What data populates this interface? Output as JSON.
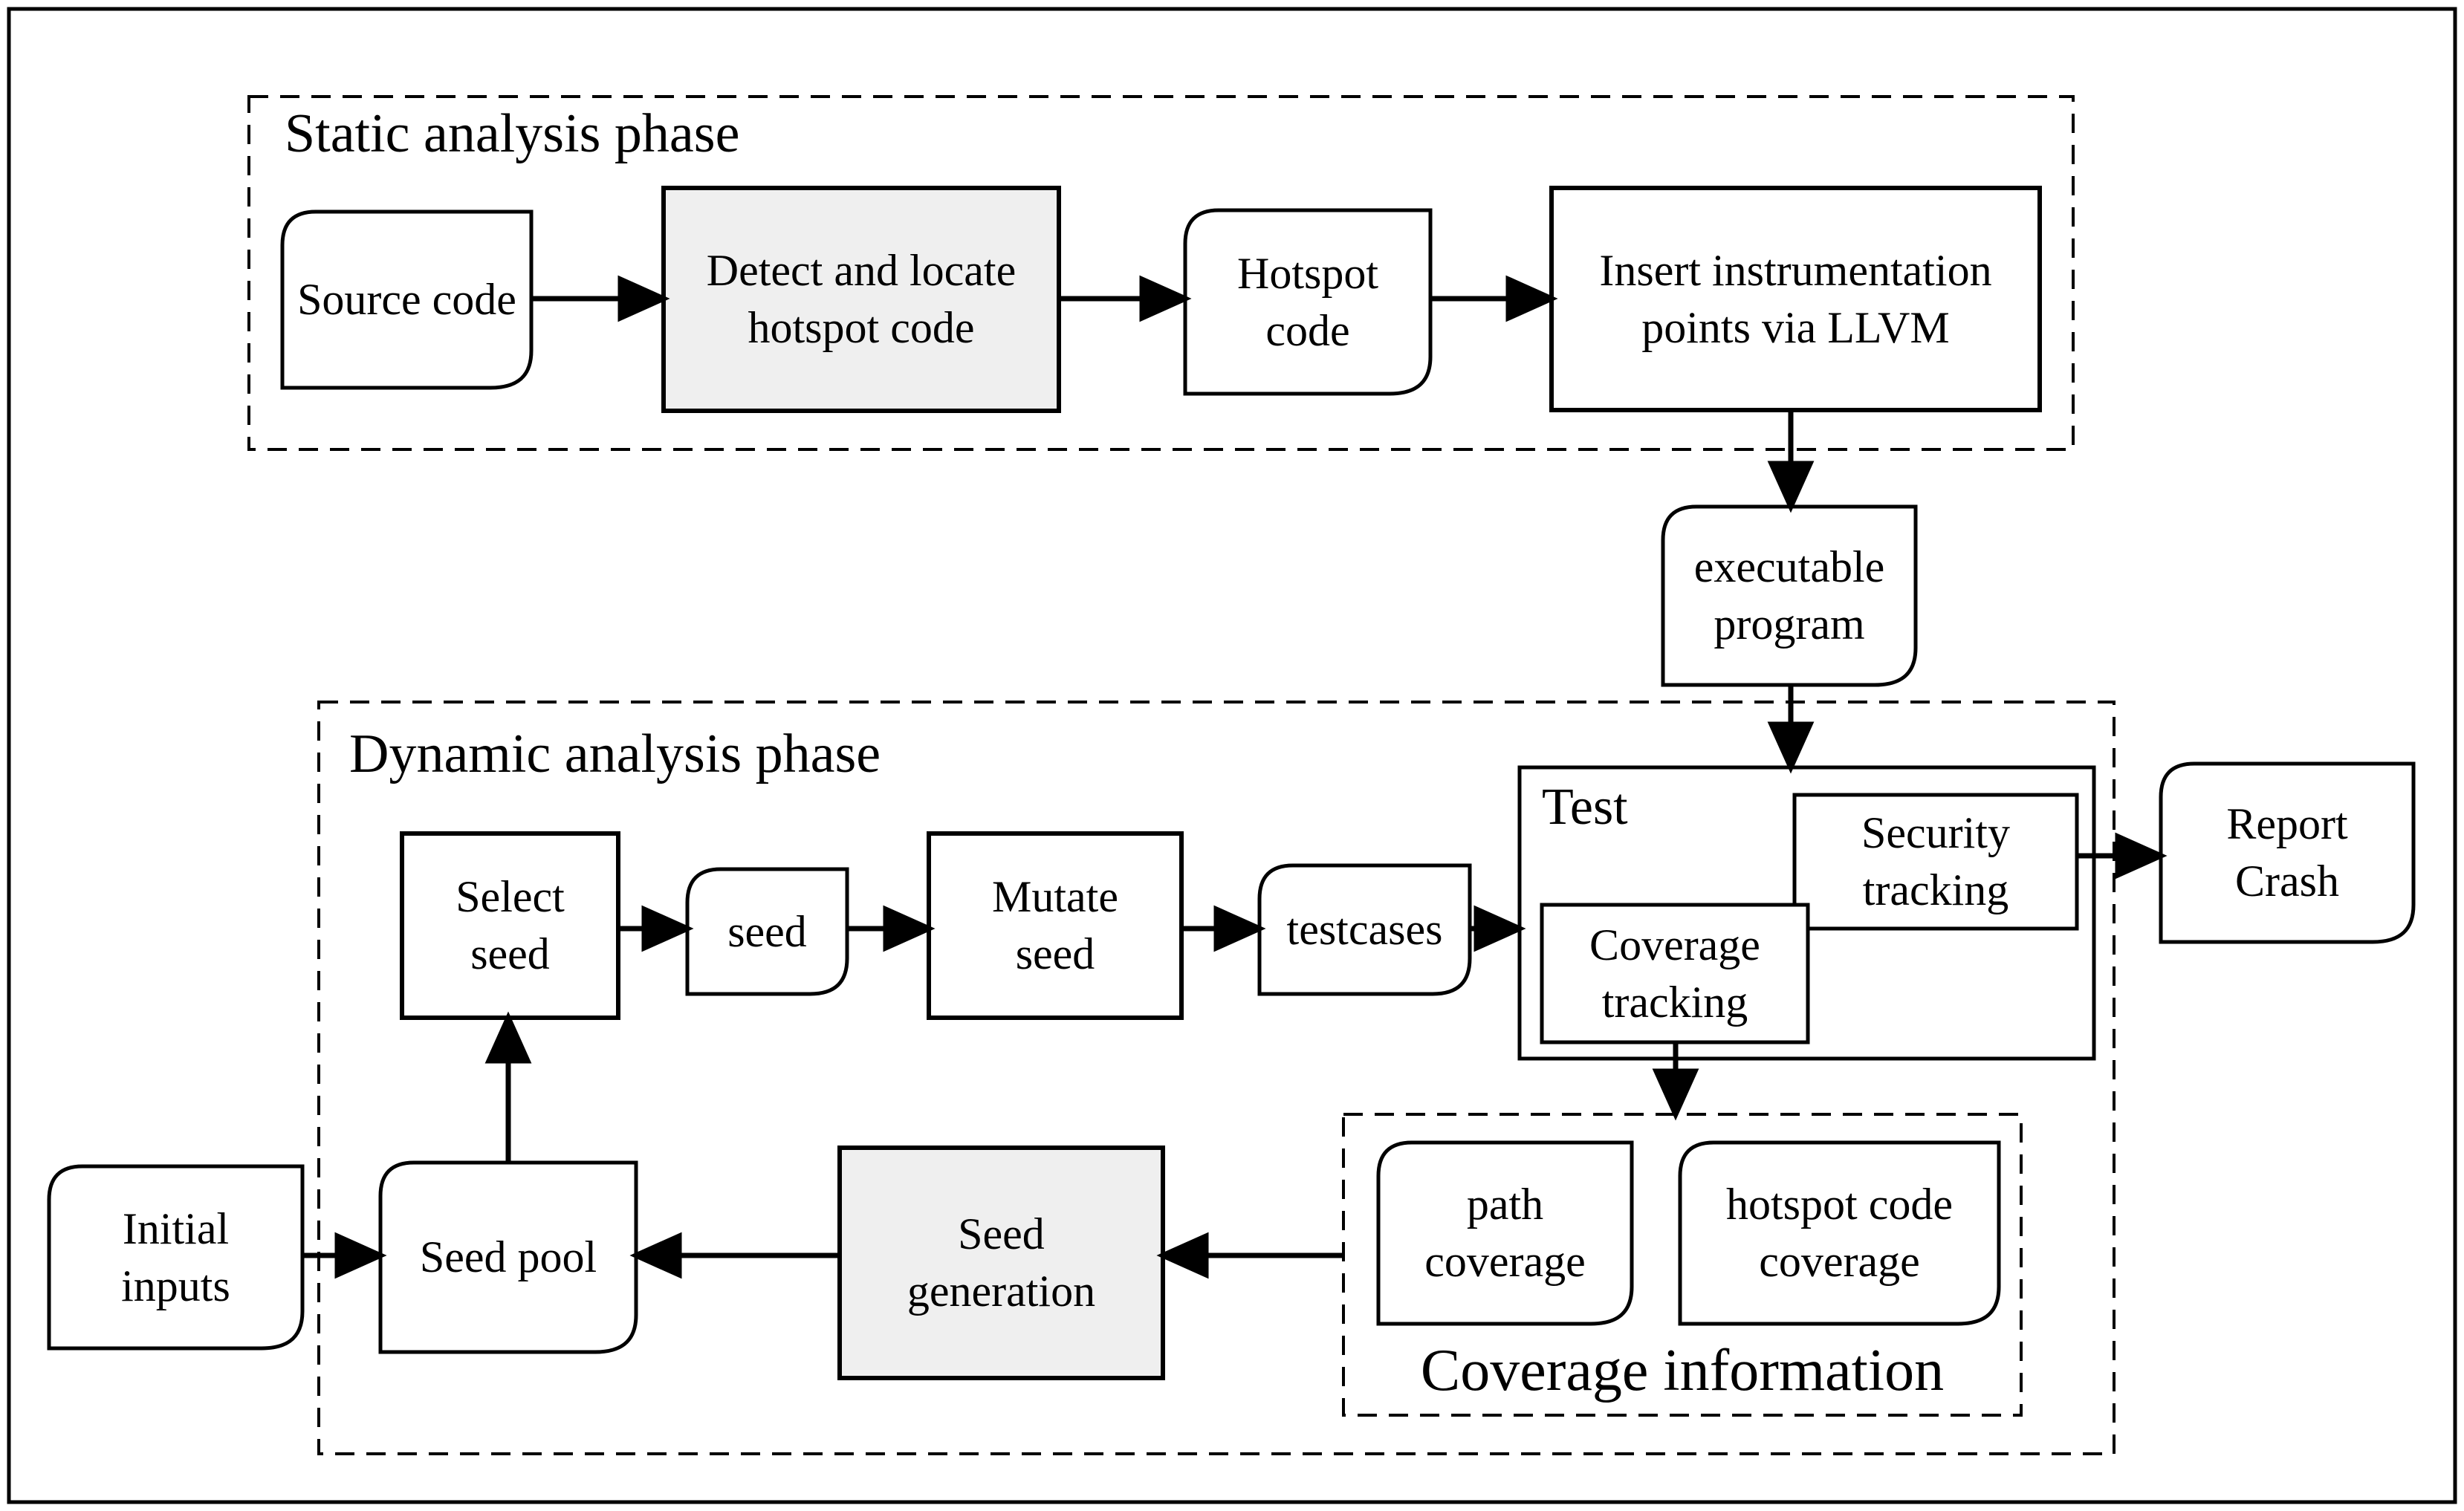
{
  "diagram": {
    "phases": {
      "static_title": "Static analysis phase",
      "dynamic_title": "Dynamic analysis phase",
      "coverage_info_title": "Coverage information"
    },
    "nodes": {
      "source_code": "Source code",
      "detect_hotspot": "Detect and locate hotspot code",
      "hotspot_code": "Hotspot code",
      "insert_instrumentation": "Insert instrumentation points via LLVM",
      "executable_program": "executable program",
      "test": "Test",
      "security_tracking": "Security tracking",
      "coverage_tracking": "Coverage tracking",
      "report_crash": "Report Crash",
      "select_seed": "Select seed",
      "seed": "seed",
      "mutate_seed": "Mutate seed",
      "testcases": "testcases",
      "initial_inputs": "Initial inputs",
      "seed_pool": "Seed pool",
      "seed_generation": "Seed generation",
      "path_coverage": "path coverage",
      "hotspot_code_coverage": "hotspot code coverage"
    },
    "colors": {
      "stroke": "#000000",
      "highlight_fill": "#efefef",
      "background": "#ffffff"
    }
  }
}
